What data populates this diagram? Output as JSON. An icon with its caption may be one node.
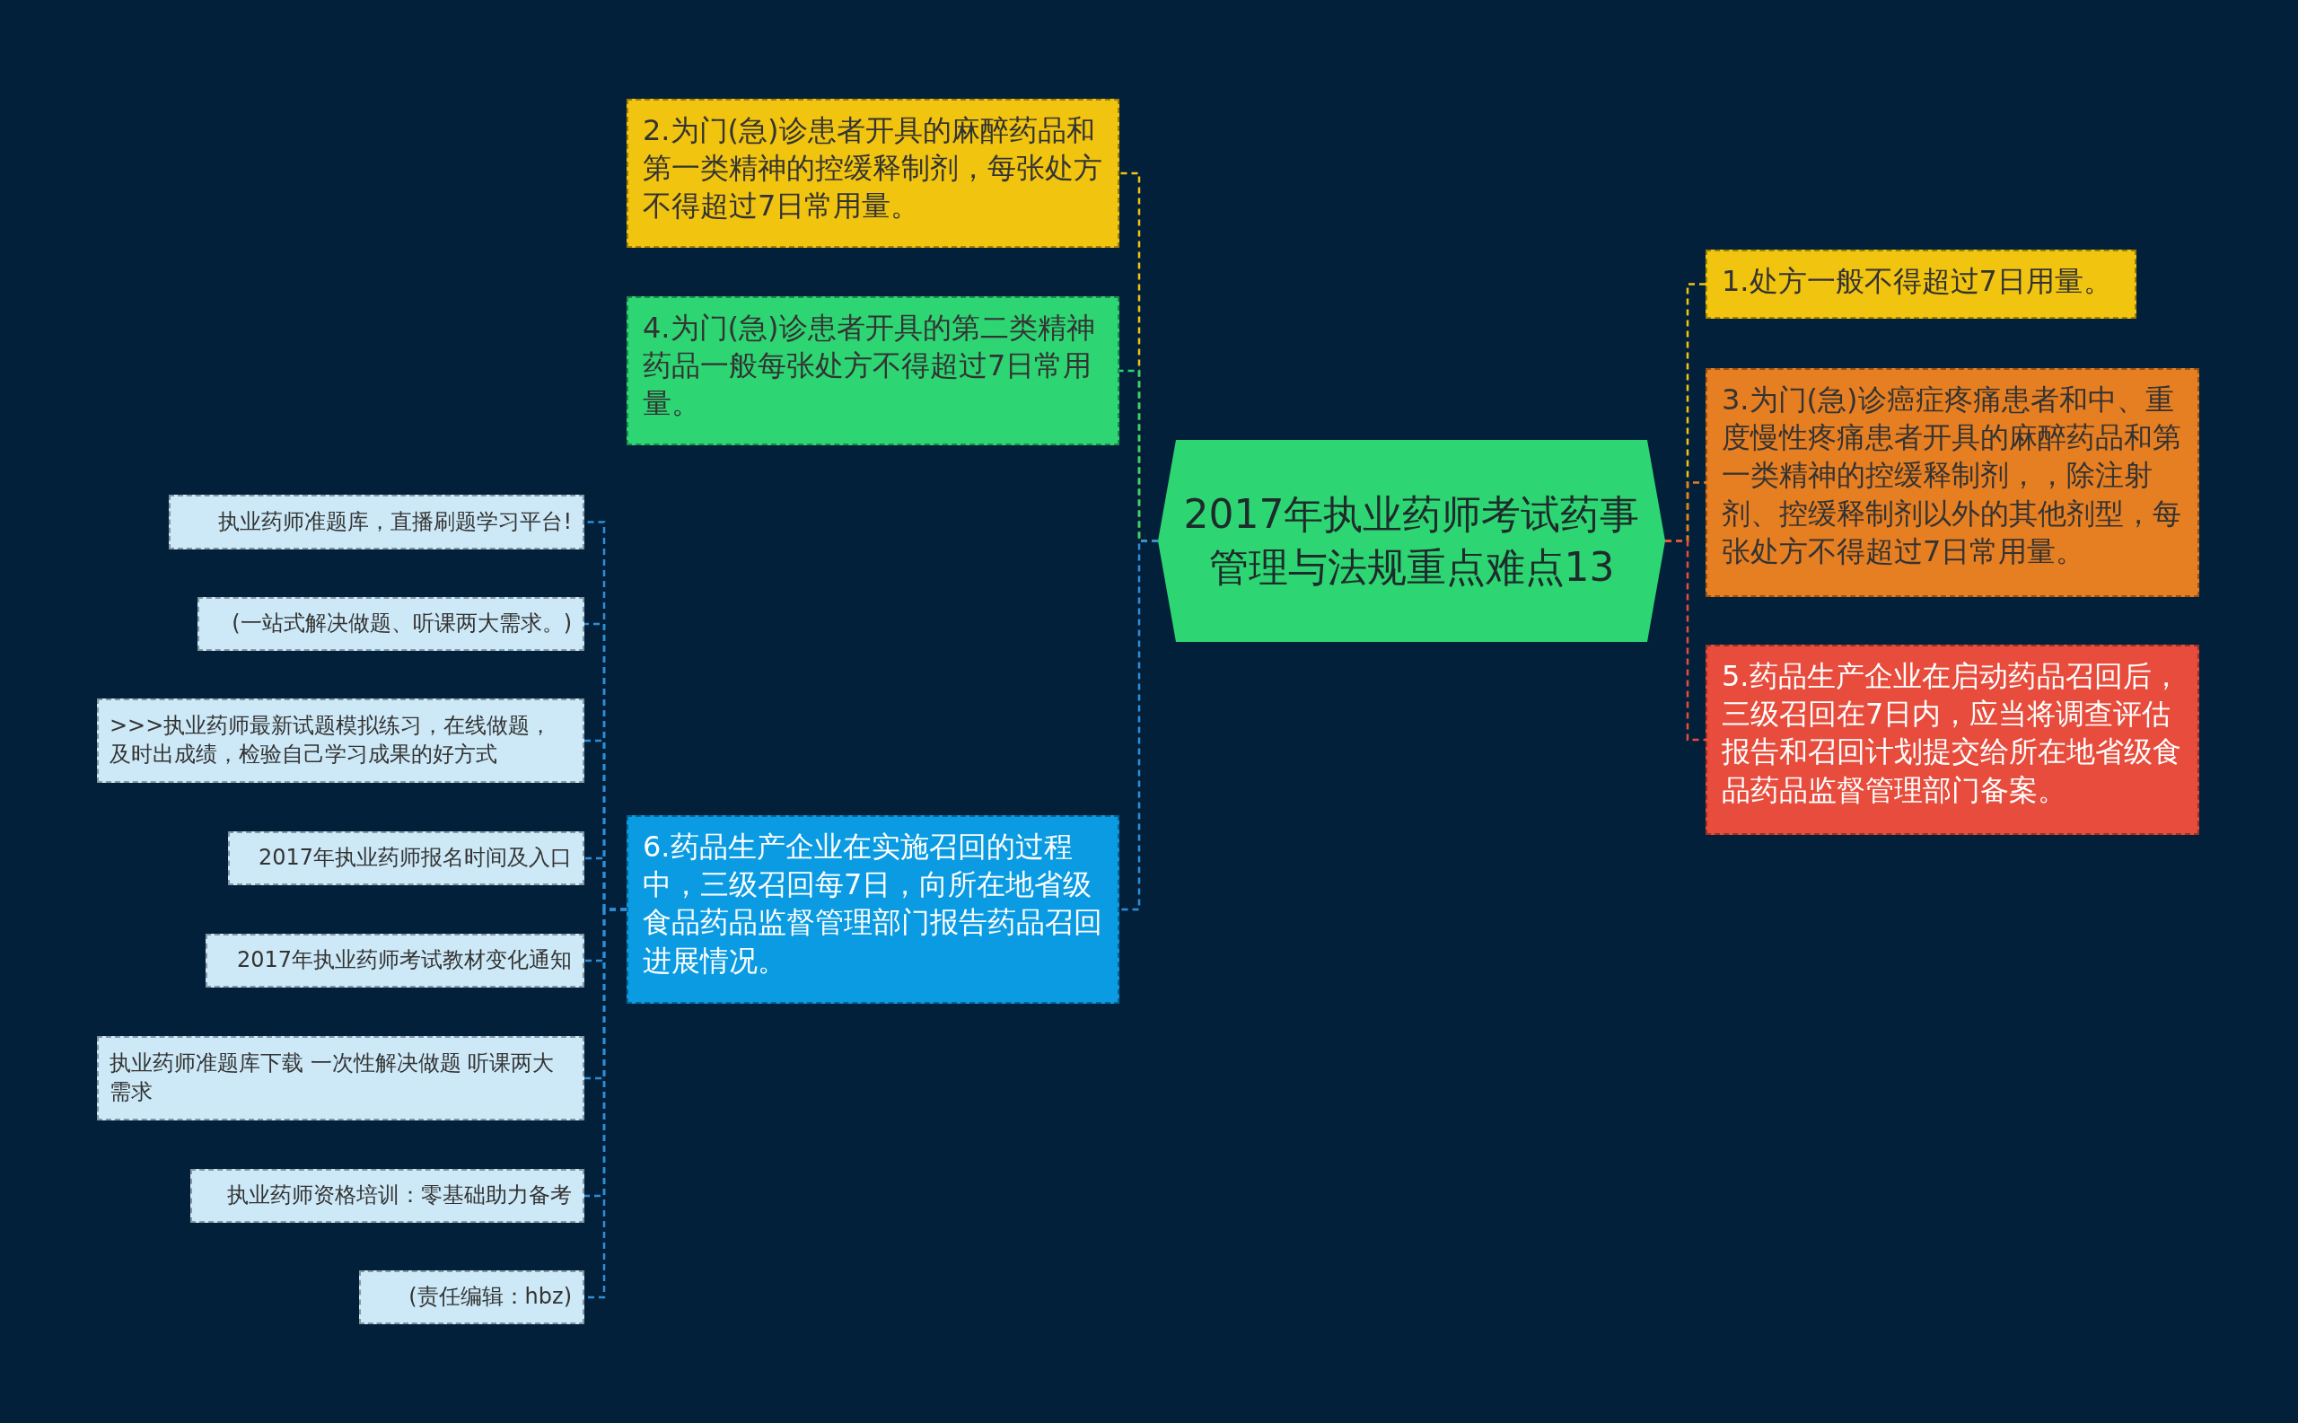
{
  "diagram": {
    "nodes": [
      {
        "text": [
          "2017年执业药师考试药事管理与法规重点难点13"
        ]
      },
      {
        "text": [
          "1.处方一般不得超过7日用量。"
        ]
      },
      {
        "text": [
          "2.为门(急)诊患者开具的麻醉药品和第一类精神的控缓释制剂，每张处方不得超过7日常用量。"
        ]
      },
      {
        "text": [
          "3.为门(急)诊癌症疼痛患者和中、重度慢性疼痛患者开具的麻醉药品和第一类精神的控缓释制剂，，除注射剂、控缓释制剂以外的其他剂型，每张处方不得超过7日常用量。"
        ]
      },
      {
        "text": [
          "4.为门(急)诊患者开具的第二类精神药品一般每张处方不得超过7日常用量。"
        ]
      },
      {
        "text": [
          "5.药品生产企业在启动药品召回后，三级召回在7日内，应当将调查评估报告和召回计划提交给所在地省级食品药品监督管理部门备案。"
        ]
      },
      {
        "text": [
          "6.药品生产企业在实施召回的过程中，三级召回每7日，向所在地省级食品药品监督管理部门报告药品召回进展情况。"
        ]
      },
      {
        "text": [
          "执业药师准题库，直播刷题学习平台!"
        ]
      },
      {
        "text": [
          "(一站式解决做题、听课两大需求。)"
        ]
      },
      {
        "text": [
          ">>>执业药师最新试题模拟练习，在线做题，及时出成绩，检验自己学习成果的好方式"
        ]
      },
      {
        "text": [
          "2017年执业药师报名时间及入口"
        ]
      },
      {
        "text": [
          "2017年执业药师考试教材变化通知"
        ]
      },
      {
        "text": [
          "执业药师准题库下载 一次性解决做题 听课两大需求"
        ]
      },
      {
        "text": [
          "执业药师资格培训：零基础助力备考"
        ]
      },
      {
        "text": [
          "(责任编辑：hbz)"
        ]
      }
    ],
    "edges": [
      {
        "from": 0,
        "to": 1,
        "arrow": "none",
        "style": "dashed",
        "color": "#f1c40f"
      },
      {
        "from": 0,
        "to": 2,
        "arrow": "none",
        "style": "dashed",
        "color": "#f1c40f"
      },
      {
        "from": 0,
        "to": 3,
        "arrow": "none",
        "style": "dashed",
        "color": "#e67e22"
      },
      {
        "from": 0,
        "to": 4,
        "arrow": "none",
        "style": "dashed",
        "color": "#2ed573"
      },
      {
        "from": 0,
        "to": 5,
        "arrow": "none",
        "style": "dashed",
        "color": "#e74c3c"
      },
      {
        "from": 0,
        "to": 6,
        "arrow": "none",
        "style": "dashed"
      },
      {
        "from": 6,
        "to": 7,
        "arrow": "none",
        "style": "dashed"
      },
      {
        "from": 6,
        "to": 8,
        "arrow": "none",
        "style": "dashed"
      },
      {
        "from": 6,
        "to": 9,
        "arrow": "none",
        "style": "dashed"
      },
      {
        "from": 6,
        "to": 10,
        "arrow": "none",
        "style": "dashed"
      },
      {
        "from": 6,
        "to": 11,
        "arrow": "none",
        "style": "dashed"
      },
      {
        "from": 6,
        "to": 12,
        "arrow": "none",
        "style": "dashed"
      },
      {
        "from": 6,
        "to": 13,
        "arrow": "none",
        "style": "dashed"
      },
      {
        "from": 6,
        "to": 14,
        "arrow": "none",
        "style": "dashed"
      }
    ]
  }
}
